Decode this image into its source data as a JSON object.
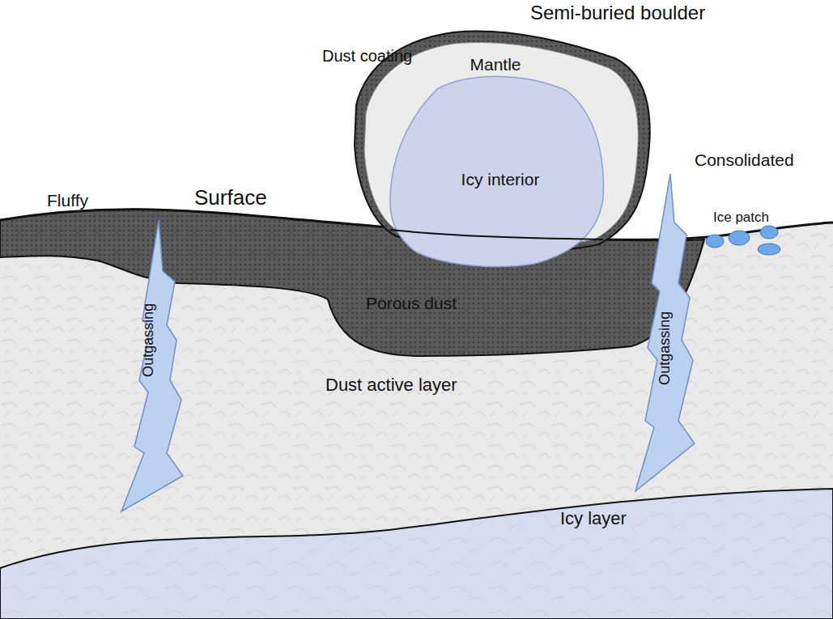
{
  "diagram": {
    "nodes": [
      {
        "text": [
          "Semi-buried boulder",
          "Mantle"
        ]
      },
      {
        "text": [
          "Icy interior"
        ],
        "in": 0
      },
      {
        "text": [
          "Porous dust"
        ]
      },
      {
        "text": [
          "Dust active layer"
        ]
      },
      {
        "text": [
          "Icy layer"
        ]
      }
    ],
    "labels": [
      "Dust coating",
      "Consolidated",
      "Fluffy",
      "Surface",
      "Ice patch",
      "Outgassing",
      "Outgassing"
    ]
  }
}
